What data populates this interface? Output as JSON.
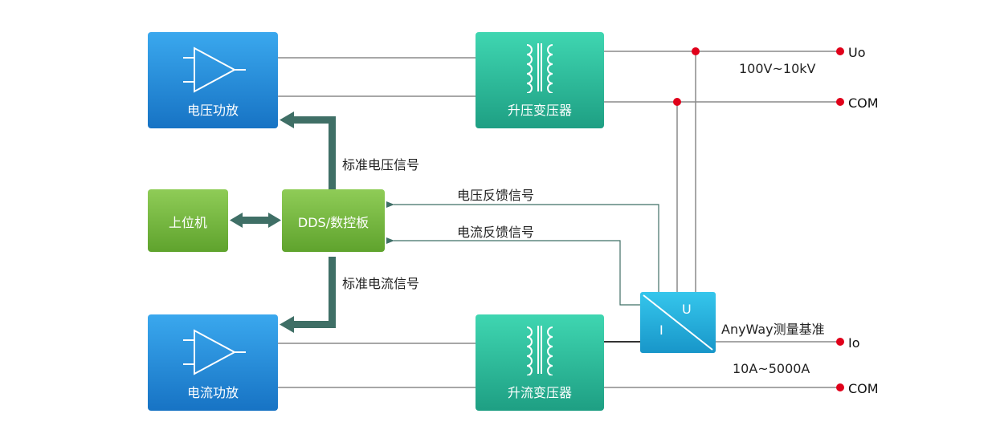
{
  "blocks": {
    "voltage_amp": "电压功放",
    "current_amp": "电流功放",
    "step_up_voltage_transformer": "升压变压器",
    "step_up_current_transformer": "升流变压器",
    "host_pc": "上位机",
    "dds_board": "DDS/数控板",
    "sensor_u": "U",
    "sensor_i": "I"
  },
  "signals": {
    "std_voltage": "标准电压信号",
    "std_current": "标准电流信号",
    "voltage_feedback": "电压反馈信号",
    "current_feedback": "电流反馈信号",
    "reference": "AnyWay测量基准"
  },
  "ports": {
    "uo": "Uo",
    "com_top": "COM",
    "io": "Io",
    "com_bottom": "COM"
  },
  "ranges": {
    "voltage": "100V~10kV",
    "current": "10A~5000A"
  },
  "colors": {
    "block_blue": "#1f8ad8",
    "block_teal": "#2ebd9a",
    "block_green": "#73b73f",
    "arrow_dark": "#3f6f66",
    "terminal_red": "#e0001a"
  }
}
